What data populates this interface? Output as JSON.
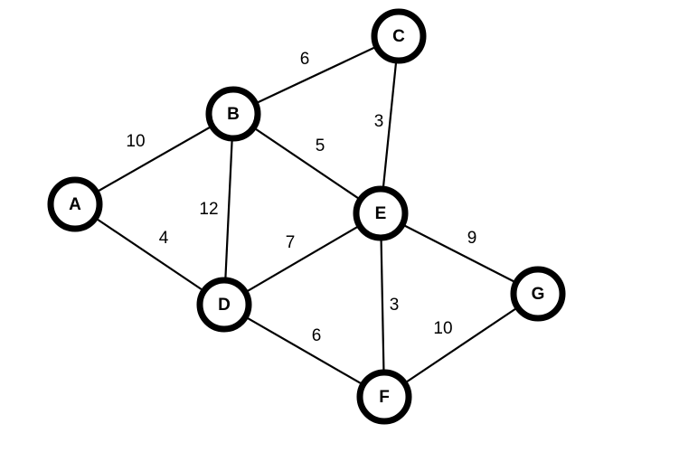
{
  "graph": {
    "nodes": [
      {
        "id": "A",
        "label": "A"
      },
      {
        "id": "B",
        "label": "B"
      },
      {
        "id": "C",
        "label": "C"
      },
      {
        "id": "D",
        "label": "D"
      },
      {
        "id": "E",
        "label": "E"
      },
      {
        "id": "F",
        "label": "F"
      },
      {
        "id": "G",
        "label": "G"
      }
    ],
    "edges": [
      {
        "from": "A",
        "to": "B",
        "weight": "10"
      },
      {
        "from": "A",
        "to": "D",
        "weight": "4"
      },
      {
        "from": "B",
        "to": "C",
        "weight": "6"
      },
      {
        "from": "B",
        "to": "D",
        "weight": "12"
      },
      {
        "from": "B",
        "to": "E",
        "weight": "5"
      },
      {
        "from": "C",
        "to": "E",
        "weight": "3"
      },
      {
        "from": "D",
        "to": "E",
        "weight": "7"
      },
      {
        "from": "D",
        "to": "F",
        "weight": "6"
      },
      {
        "from": "E",
        "to": "F",
        "weight": "3"
      },
      {
        "from": "E",
        "to": "G",
        "weight": "9"
      },
      {
        "from": "F",
        "to": "G",
        "weight": "10"
      }
    ]
  }
}
